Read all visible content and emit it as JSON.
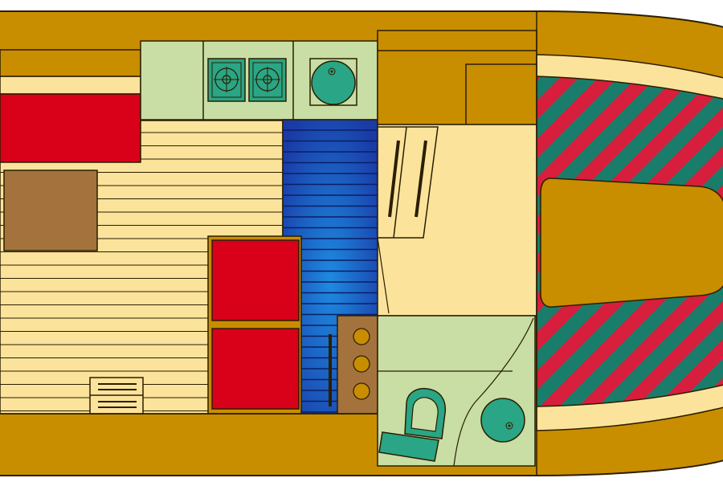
{
  "diagram": {
    "type": "boat deck layout floor plan",
    "colors": {
      "hull": "#c98d00",
      "outline": "#2a1e00",
      "light_deck": "#fbe39c",
      "galley_counter": "#c8dea5",
      "cushion_red": "#d9001a",
      "table_brown": "#a4733d",
      "galley_fixture_teal": "#2aa585",
      "cabin_floor_blue": "#1452b3",
      "cabin_floor_light_blue": "#1e8ae0",
      "aft_stripe_green": "#1a7d6b",
      "aft_stripe_red": "#d71e3c",
      "toilet_teal": "#2aa585",
      "cupboard_knob": "#c98d00"
    },
    "fixtures": [
      {
        "name": "dinette-bench",
        "label": ""
      },
      {
        "name": "dinette-table",
        "label": ""
      },
      {
        "name": "galley-stove",
        "label": ""
      },
      {
        "name": "galley-sink",
        "label": ""
      },
      {
        "name": "lounge-seat",
        "label": ""
      },
      {
        "name": "chart-table",
        "label": ""
      },
      {
        "name": "washroom-toilet",
        "label": ""
      },
      {
        "name": "washroom-basin",
        "label": ""
      },
      {
        "name": "cockpit-sunbed",
        "label": ""
      }
    ]
  }
}
